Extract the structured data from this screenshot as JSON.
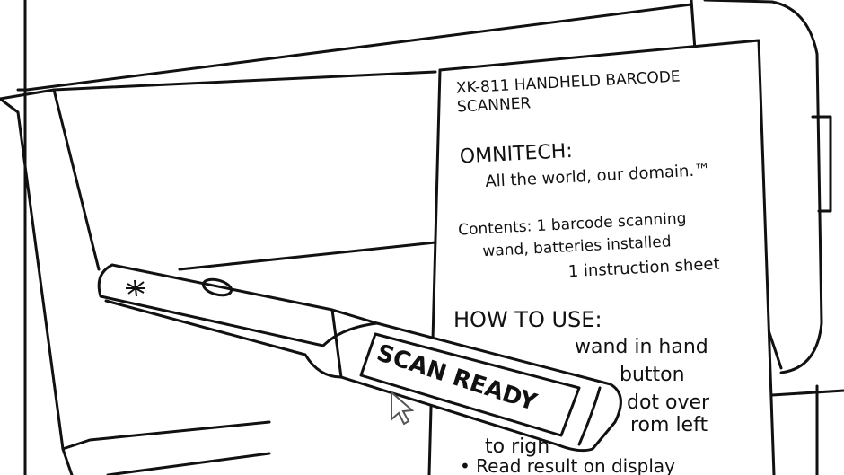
{
  "instruction_sheet": {
    "title_line1": "XK-811 HANDHELD BARCODE",
    "title_line2": "SCANNER",
    "brand": "OMNITECH:",
    "tagline": "All the world, our domain.™",
    "contents_line1": "Contents: 1 barcode scanning",
    "contents_line2": "wand, batteries installed",
    "contents_line3": "1 instruction sheet",
    "howto_heading": "HOW TO USE:",
    "howto_lines": [
      "wand in hand",
      "button",
      "dot over",
      "rom left",
      "to righ",
      "• Read result on display"
    ]
  },
  "scanner": {
    "display_text": "SCAN READY"
  },
  "cursor": {
    "icon": "arrow-cursor-icon"
  }
}
